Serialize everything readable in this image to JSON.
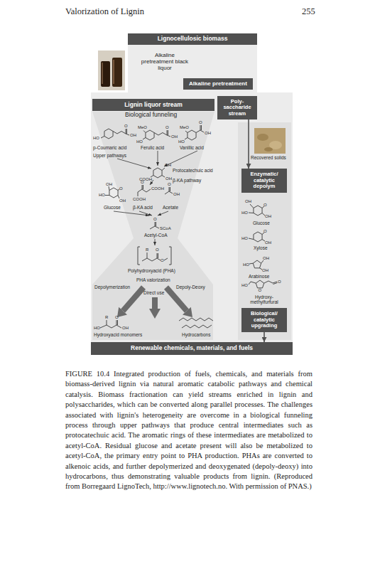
{
  "diagram": {
    "caption": "FIGURE 10.4 Integrated production of fuels, chemicals, and materials from biomass-derived lignin via natural aromatic catabolic pathways and chemical catalysis. Biomass fractionation can yield streams enriched in lignin and polysaccharides, which can be converted along parallel processes. The challenges associated with lignin's heterogeneity are overcome in a biological funneling process through upper pathways that produce central intermediates such as protocatechuic acid. The aromatic rings of these intermediates are metabolized to acetyl-CoA. Residual glucose and acetate present will also be metabolized to acetyl-CoA, the primary entry point to PHA production. PHAs are converted to alkenoic acids, and further depolymerized and deoxygenated (depoly-deoxy) into hydrocarbons, thus demonstrating valuable products from lignin. (Reproduced from Borregaard LignoTech, http://www.lignotech.no. With permission of PNAS.)",
    "nodes": [
      {
        "text": [
          "Lignocellulosic biomass"
        ]
      },
      {
        "text": [
          "Alkaline pretreatment"
        ]
      },
      {
        "text": [
          "Lignin liquor stream"
        ]
      },
      {
        "text": [
          "Poly-saccharide stream"
        ]
      },
      {
        "text": [
          "Enzymatic/ catalytic depolym"
        ]
      },
      {
        "text": [
          "Biological/ catalytic upgrading"
        ]
      },
      {
        "text": [
          "Renewable chemicals, materials, and fuels"
        ]
      }
    ],
    "edges": [
      {
        "from": 3,
        "to": 4,
        "label": "Recovered solids",
        "arrow": "to"
      },
      {
        "from": 5,
        "to": 6,
        "arrow": "to"
      }
    ],
    "labels": [
      "Valorization of Lignin",
      "255",
      "Alkaline pretreatment black liquor",
      "Biological funneling",
      "HO",
      "O",
      "OH",
      "MeO",
      "HO",
      "O",
      "OH",
      "MeO",
      "HO",
      "O",
      "OH",
      "p-Coumaric acid",
      "Ferulic acid",
      "Vanillic acid",
      "Upper pathways",
      "OH",
      "OH",
      "COOH",
      "Protocatechuic acid",
      "β-KA pathway",
      "OH",
      "HO",
      "O",
      "OH",
      "O",
      "COOH",
      "COOH",
      "O",
      "OH",
      "Glucose",
      "β-KA acid",
      "Acetate",
      "O",
      "SCoA",
      "Acetyl-CoA",
      "R",
      "O",
      "O",
      "Polyhydroxyacid (PHA)",
      "PHA valorization",
      "Depolymerization",
      "Direct use",
      "Depoly-Deoxy",
      "R",
      "O",
      "HO",
      "OH",
      "Hydroxyacid monomers",
      "Hydrocarbons",
      "OH",
      "HO",
      "O",
      "OH",
      "Glucose",
      "HO",
      "O",
      "OH",
      "Xylose",
      "OH",
      "HO",
      "OH",
      "Arabinose",
      "HO",
      "O",
      "O",
      "Hydroxy-methylfurfural"
    ]
  }
}
